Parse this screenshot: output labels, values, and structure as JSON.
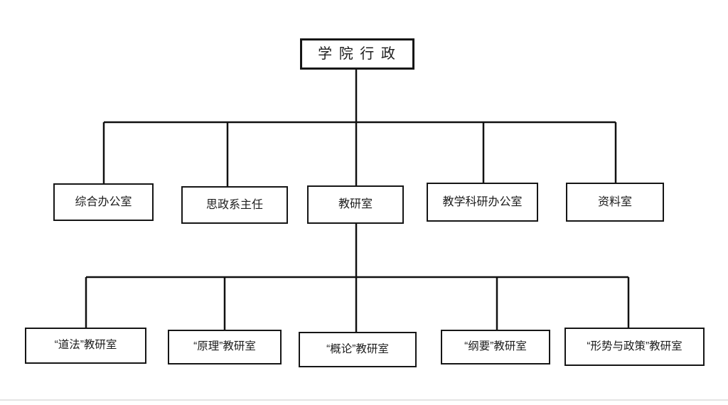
{
  "diagram": {
    "type": "org-chart",
    "root": "学 院 行 政",
    "level2": [
      "综合办公室",
      "思政系主任",
      "教研室",
      "教学科研办公室",
      "资料室"
    ],
    "level3": [
      "“道法”教研室",
      "“原理”教研室",
      "“概论”教研室",
      "“纲要”教研室",
      "“形势与政策”教研室"
    ],
    "line_color": "#111111",
    "box_border_color": "#161616",
    "background_color": "#ffffff"
  }
}
